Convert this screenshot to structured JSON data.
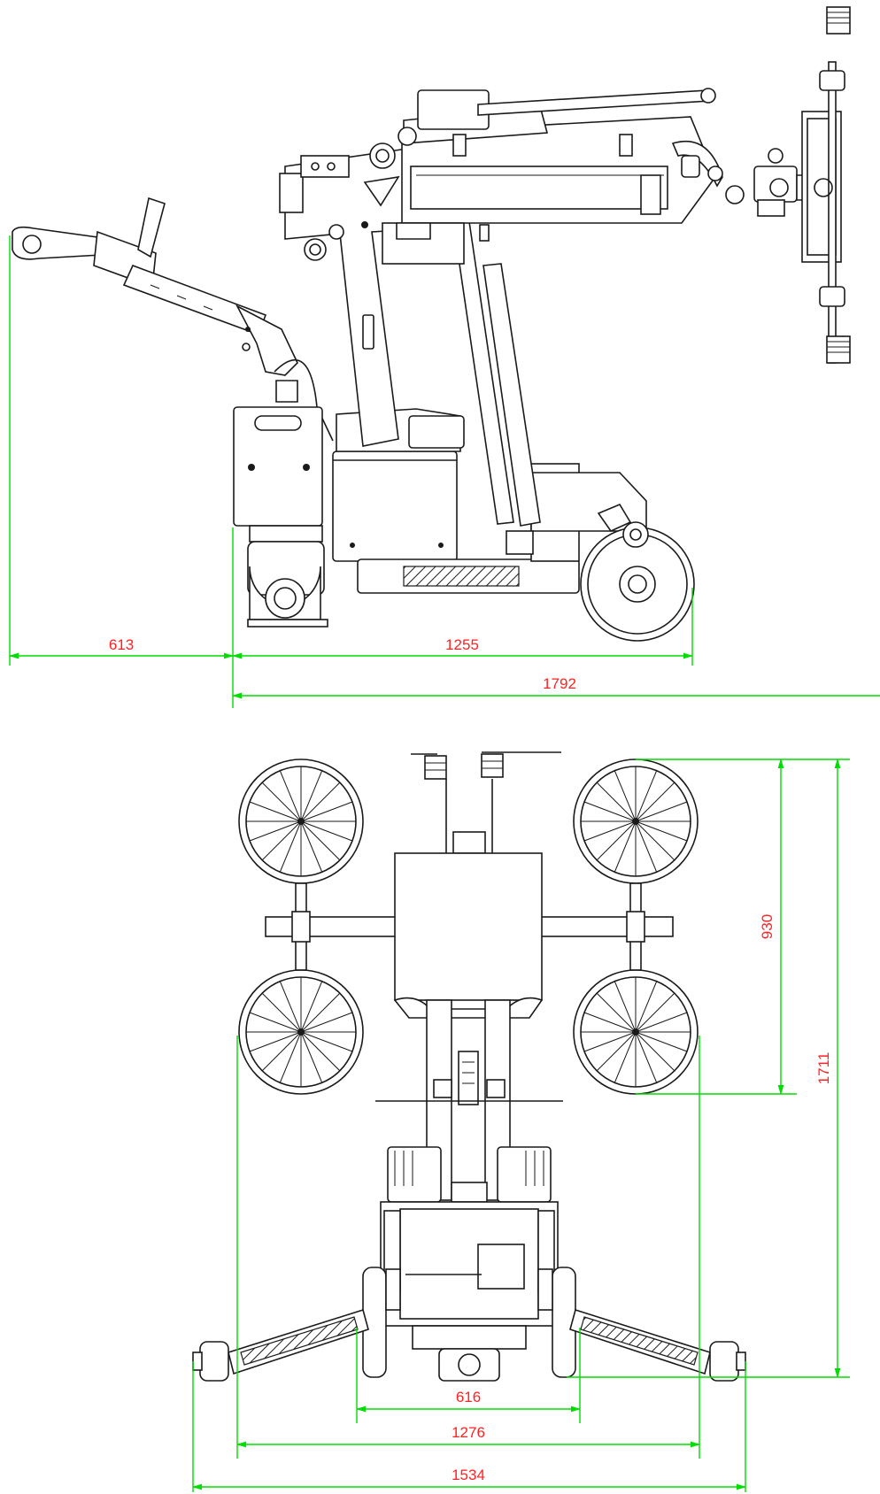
{
  "colors": {
    "dimension_line": "#00dd00",
    "dimension_text": "#ff2222",
    "drawing": "#1a1a1a"
  },
  "side_view": {
    "dimensions": {
      "front_overhang": "613",
      "wheelbase": "1255",
      "boom_reach": "1792"
    }
  },
  "top_view": {
    "dimensions": {
      "pad_spacing": "930",
      "total_length": "1711",
      "track_width": "616",
      "wheel_span": "1276",
      "outrigger_span": "1534"
    }
  }
}
